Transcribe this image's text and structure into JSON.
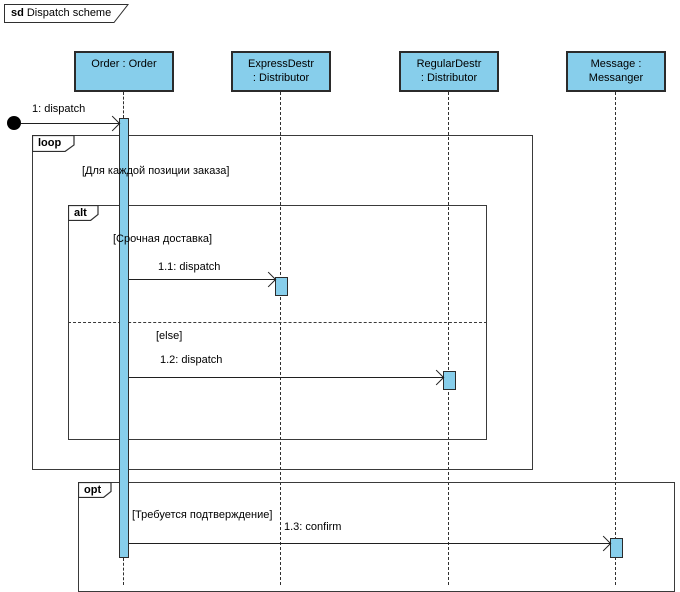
{
  "frame": {
    "keyword": "sd",
    "title": "Dispatch scheme"
  },
  "lifelines": [
    {
      "name": "Order : Order",
      "type": ""
    },
    {
      "name": "ExpressDestr",
      "type": ": Distributor"
    },
    {
      "name": "RegularDestr",
      "type": ": Distributor"
    },
    {
      "name": "Message :",
      "type": "Messanger"
    }
  ],
  "fragments": {
    "loop": {
      "keyword": "loop",
      "guard": "[Для каждой позиции заказа]"
    },
    "alt": {
      "keyword": "alt",
      "guard_primary": "[Срочная доставка]",
      "guard_else": "[else]"
    },
    "opt": {
      "keyword": "opt",
      "guard": "[Требуется подтверждение]"
    }
  },
  "messages": {
    "m1": {
      "label": "1: dispatch"
    },
    "m1_1": {
      "label": "1.1: dispatch"
    },
    "m1_2": {
      "label": "1.2: dispatch"
    },
    "m1_3": {
      "label": "1.3: confirm"
    }
  },
  "colors": {
    "element_fill": "#87CEEB",
    "element_border": "#2b2b2b",
    "line": "#1f1f1f",
    "background": "#ffffff"
  }
}
